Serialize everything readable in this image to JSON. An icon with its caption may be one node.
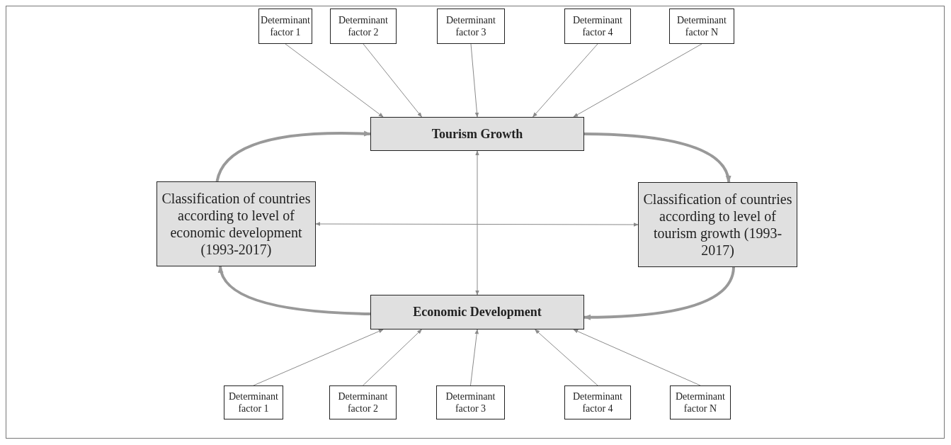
{
  "diagram": {
    "nodes": [
      {
        "text": [
          "Determinant factor 1"
        ]
      },
      {
        "text": [
          "Determinant factor 2"
        ]
      },
      {
        "text": [
          "Determinant factor 3"
        ]
      },
      {
        "text": [
          "Determinant factor 4"
        ]
      },
      {
        "text": [
          "Determinant factor N"
        ]
      },
      {
        "text": [
          "Tourism Growth"
        ]
      },
      {
        "text": [
          "Classification of countries according to level of economic development (1993-2017)"
        ]
      },
      {
        "text": [
          "Classification of countries according to level of tourism growth (1993-2017)"
        ]
      },
      {
        "text": [
          "Economic Development"
        ]
      },
      {
        "text": [
          "Determinant factor 1"
        ]
      },
      {
        "text": [
          "Determinant factor 2"
        ]
      },
      {
        "text": [
          "Determinant factor 3"
        ]
      },
      {
        "text": [
          "Determinant factor 4"
        ]
      },
      {
        "text": [
          "Determinant factor N"
        ]
      }
    ],
    "edges": [
      {
        "from": 0,
        "to": 5,
        "arrow": "to"
      },
      {
        "from": 1,
        "to": 5,
        "arrow": "to"
      },
      {
        "from": 2,
        "to": 5,
        "arrow": "to"
      },
      {
        "from": 3,
        "to": 5,
        "arrow": "to"
      },
      {
        "from": 4,
        "to": 5,
        "arrow": "to"
      },
      {
        "from": 6,
        "to": 5,
        "arrow": "to",
        "style": "thick"
      },
      {
        "from": 5,
        "to": 7,
        "arrow": "to",
        "style": "thick"
      },
      {
        "from": 5,
        "to": 8,
        "arrow": "both"
      },
      {
        "from": 6,
        "to": 7,
        "arrow": "both"
      },
      {
        "from": 7,
        "to": 8,
        "arrow": "to",
        "style": "thick"
      },
      {
        "from": 8,
        "to": 6,
        "arrow": "to",
        "style": "thick"
      },
      {
        "from": 9,
        "to": 8,
        "arrow": "to"
      },
      {
        "from": 10,
        "to": 8,
        "arrow": "to"
      },
      {
        "from": 11,
        "to": 8,
        "arrow": "to"
      },
      {
        "from": 12,
        "to": 8,
        "arrow": "to"
      },
      {
        "from": 13,
        "to": 8,
        "arrow": "to"
      }
    ]
  }
}
